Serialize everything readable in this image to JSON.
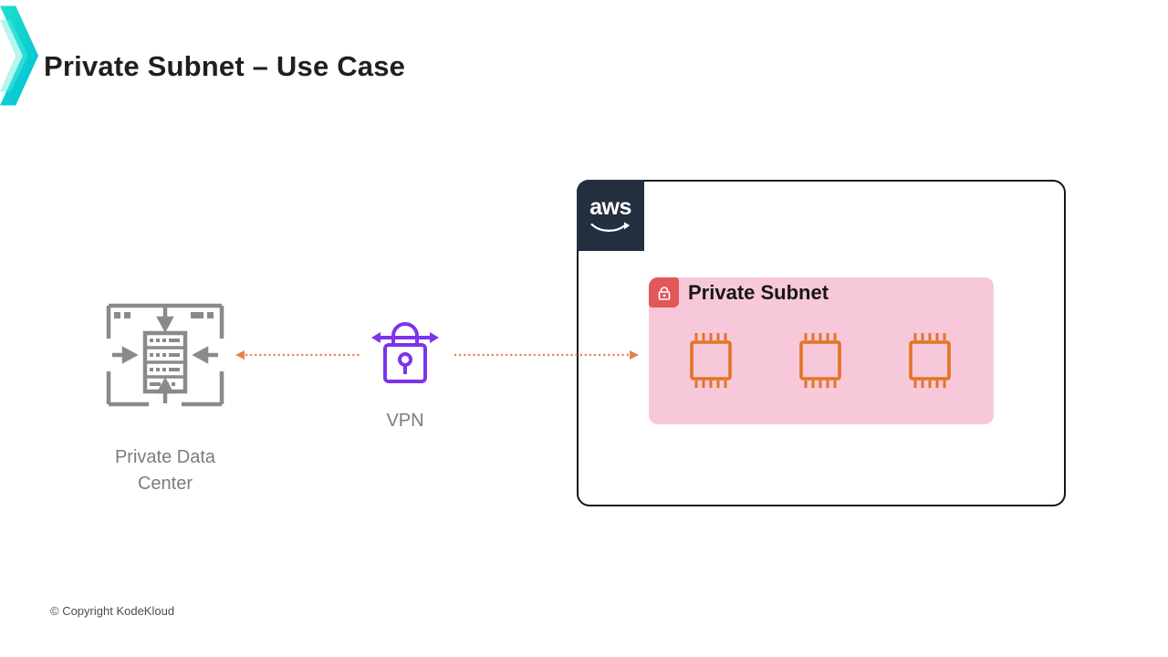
{
  "slide": {
    "title": "Private Subnet – Use Case",
    "copyright": "© Copyright KodeKloud"
  },
  "diagram": {
    "data_center": {
      "label": "Private Data Center",
      "icon": "data-center-icon"
    },
    "vpn": {
      "label": "VPN",
      "icon": "vpn-lock-icon"
    },
    "connections": [
      {
        "from": "private-data-center",
        "to": "vpn",
        "style": "dotted",
        "arrow_direction": "left"
      },
      {
        "from": "vpn",
        "to": "aws-cloud",
        "style": "dotted",
        "arrow_direction": "right"
      }
    ],
    "aws_box": {
      "logo_text": "aws"
    },
    "private_subnet": {
      "label": "Private Subnet",
      "badge_icon": "lock-icon",
      "instances": [
        "ec2-instance",
        "ec2-instance",
        "ec2-instance"
      ]
    }
  },
  "colors": {
    "accent_teal": "#14d7cd",
    "arrow_orange": "#ed7d52",
    "vpn_purple": "#7b35ea",
    "subnet_pink": "#f7c8da",
    "badge_red": "#e25757",
    "instance_orange": "#e27425",
    "aws_navy": "#232f3e",
    "icon_gray": "#8a8a8a",
    "border_dark": "#161616"
  }
}
